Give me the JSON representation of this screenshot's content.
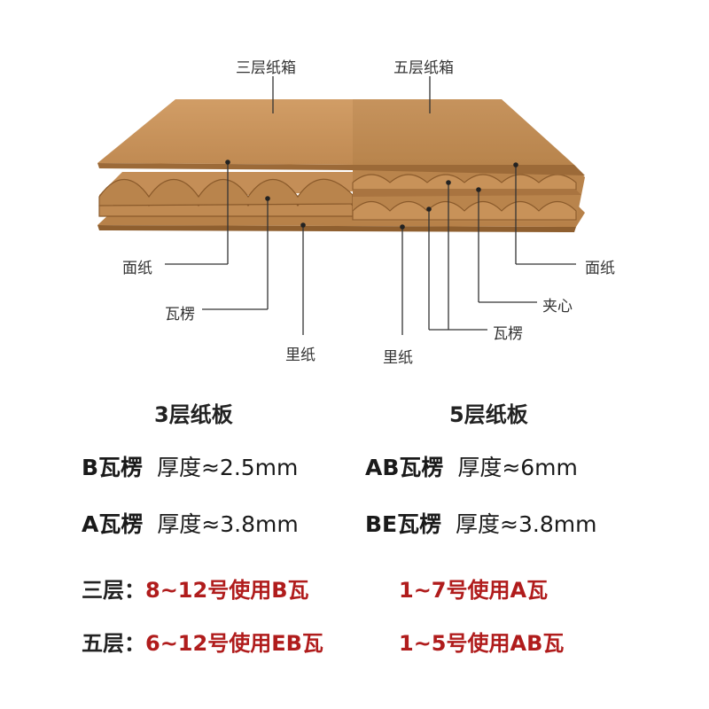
{
  "diagram": {
    "label_three": "三层纸箱",
    "label_five": "五层纸箱",
    "left_callouts": {
      "face": "面纸",
      "flute": "瓦楞",
      "liner": "里纸"
    },
    "right_callouts": {
      "face": "面纸",
      "core": "夹心",
      "flute": "瓦楞",
      "liner": "里纸"
    },
    "colors": {
      "kraft_light": "#c9955f",
      "kraft_mid": "#b8824c",
      "kraft_dark": "#9c6a38",
      "line": "#333333"
    }
  },
  "boards": {
    "three": {
      "title": "3层纸板",
      "specs": [
        {
          "name": "B瓦楞",
          "thickness": "厚度≈2.5mm"
        },
        {
          "name": "A瓦楞",
          "thickness": "厚度≈3.8mm"
        }
      ]
    },
    "five": {
      "title": "5层纸板",
      "specs": [
        {
          "name": "AB瓦楞",
          "thickness": "厚度≈6mm"
        },
        {
          "name": "BE瓦楞",
          "thickness": "厚度≈3.8mm"
        }
      ]
    }
  },
  "usage": [
    {
      "label": "三层：",
      "first": "8~12号使用B瓦",
      "second": "1~7号使用A瓦"
    },
    {
      "label": "五层：",
      "first": "6~12号使用EB瓦",
      "second": "1~5号使用AB瓦"
    }
  ]
}
